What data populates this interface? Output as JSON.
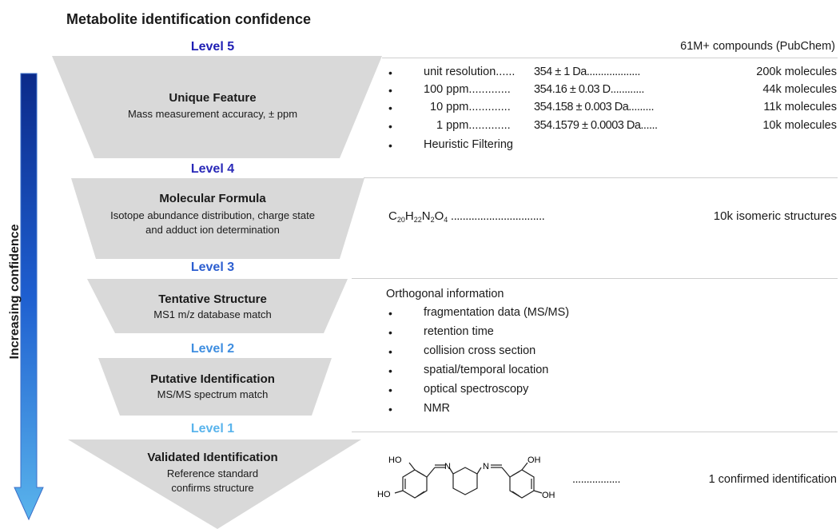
{
  "title": "Metabolite identification confidence",
  "side_label": "Increasing confidence",
  "database_note": "61M+ compounds (PubChem)",
  "colors": {
    "level5": "#1f1fb4",
    "level4": "#2a2ab8",
    "level3": "#2c5ed0",
    "level2": "#3f8ee0",
    "level1": "#5ab4ec",
    "funnel": "#d9d9d9",
    "arrow_top": "#0b2a8a",
    "arrow_bottom": "#5ab4ec"
  },
  "levels": [
    {
      "label": "Level 5",
      "box_title": "Unique Feature",
      "box_sub": "Mass measurement accuracy, ± ppm"
    },
    {
      "label": "Level 4",
      "box_title": "Molecular Formula",
      "box_sub": "Isotope abundance distribution, charge state and adduct ion determination"
    },
    {
      "label": "Level 3",
      "box_title": "Tentative Structure",
      "box_sub": "MS1 m/z database match"
    },
    {
      "label": "Level 2",
      "box_title": "Putative Identification",
      "box_sub": "MS/MS spectrum match"
    },
    {
      "label": "Level 1",
      "box_title": "Validated Identification",
      "box_sub": "Reference standard confirms structure"
    }
  ],
  "level5_rows": [
    {
      "bullet": "•",
      "left": "unit resolution......",
      "mid": "354 ± 1 Da...................",
      "right": "200k molecules"
    },
    {
      "bullet": "•",
      "left": "100 ppm.............",
      "mid": "354.16 ± 0.03 D............",
      "right": "44k molecules"
    },
    {
      "bullet": "•",
      "left": "10 ppm.............",
      "mid": "354.158 ± 0.003 Da.........",
      "right": "11k molecules"
    },
    {
      "bullet": "•",
      "left": "1 ppm.............",
      "mid": "354.1579 ± 0.0003 Da......",
      "right": "10k molecules"
    },
    {
      "bullet": "•",
      "left": "Heuristic Filtering",
      "mid": "",
      "right": ""
    }
  ],
  "level4_row": {
    "formula_c": "C",
    "c_sub": "20",
    "formula_h": "H",
    "h_sub": "22",
    "formula_n": "N",
    "n_sub": "2",
    "formula_o": "O",
    "o_sub": "4",
    "dots": " ................................",
    "right": "10k  isomeric structures"
  },
  "orthogonal": {
    "heading": "Orthogonal information",
    "items": [
      "fragmentation data (MS/MS)",
      "retention time",
      "collision cross section",
      "spatial/temporal location",
      "optical spectroscopy",
      "NMR"
    ]
  },
  "level1_row": {
    "dots": ".................",
    "right": "1 confirmed identification",
    "atom_labels": [
      "HO",
      "HO",
      "N",
      "N",
      "OH",
      "OH"
    ]
  }
}
